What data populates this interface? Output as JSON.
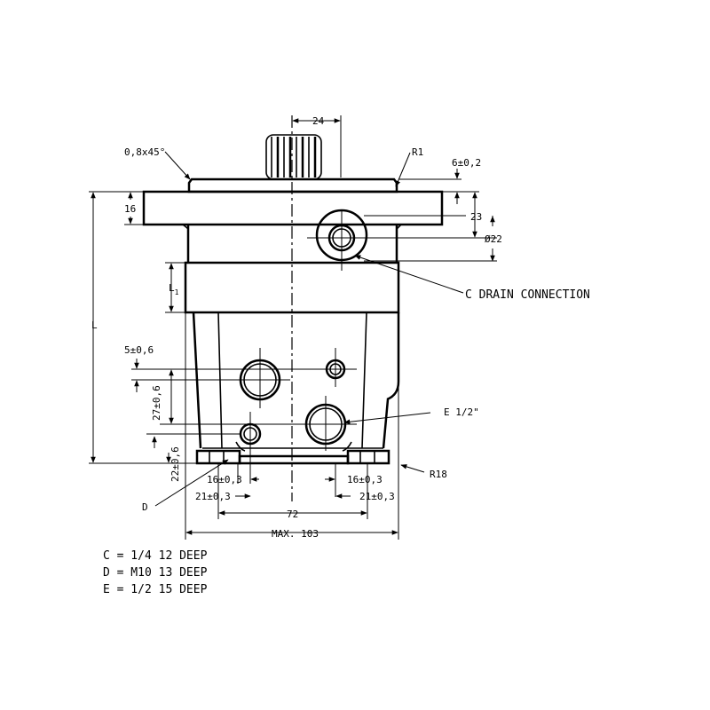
{
  "dimensions": {
    "shaft_offset": "24",
    "chamfer": "0,8x45°",
    "radius_r1": "R1",
    "flange_offset": "6±0,2",
    "flange_thickness": "16",
    "drain_height": "23",
    "drain_diameter": "Ø22",
    "overall_length": "L",
    "section_length_symbol": "L",
    "section_length_subscript": "1",
    "port_offset_small": "5±0,6",
    "port_vertical_a": "27±0,6",
    "port_vertical_b": "22±0,6",
    "left_port_spacing": "16±0,3",
    "right_port_spacing": "16±0,3",
    "left_edge_spacing": "21±0,3",
    "right_edge_spacing": "21±0,3",
    "foot_distance": "72",
    "max_width": "MAX. 103",
    "radius_r18": "R18"
  },
  "callouts": {
    "drain_connection": "C DRAIN CONNECTION",
    "port_e": "E 1/2\"",
    "port_d": "D"
  },
  "legend": [
    "C = 1/4 12 DEEP",
    "D = M10 13 DEEP",
    "E = 1/2 15 DEEP"
  ]
}
